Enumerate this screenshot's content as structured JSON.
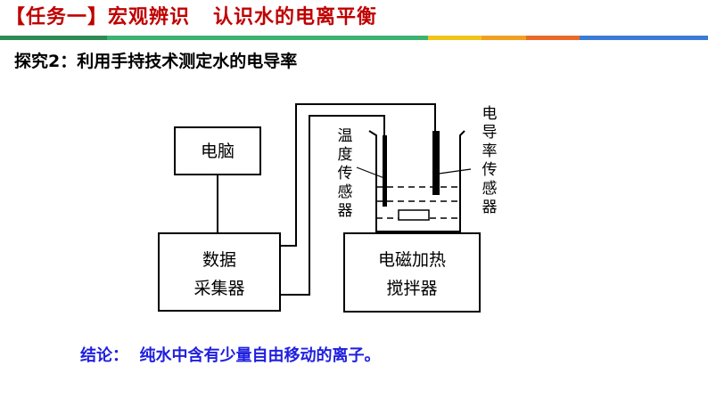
{
  "header": {
    "title": "【任务一】宏观辨识   认识水的电离平衡",
    "bar_colors": [
      "#2e8b57",
      "#3cb371",
      "#f0c419",
      "#f0a020",
      "#e86a2a",
      "#3a7bd5"
    ]
  },
  "subtitle": "探究2：利用手持技术测定水的电导率",
  "diagram": {
    "computer": "电脑",
    "collector_line1": "数据",
    "collector_line2": "采集器",
    "stirrer_line1": "电磁加热",
    "stirrer_line2": "搅拌器",
    "temp_sensor": [
      "温",
      "度",
      "传",
      "感",
      "器"
    ],
    "cond_sensor": [
      "电",
      "导",
      "率",
      "传",
      "感",
      "器"
    ]
  },
  "conclusion": {
    "label": "结论：",
    "text": "纯水中含有少量自由移动的离子。",
    "color": "#1f1fe0"
  }
}
